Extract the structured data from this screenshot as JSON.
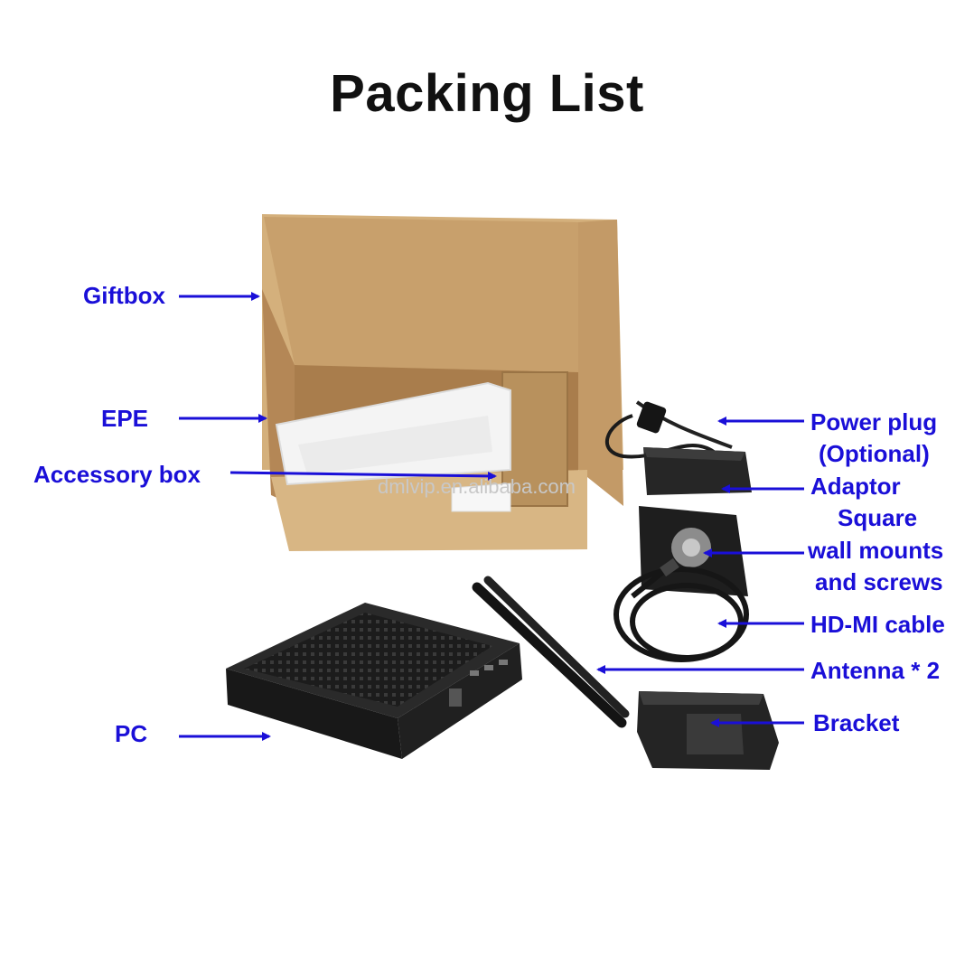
{
  "title": "Packing List",
  "watermark": "dmlvip.en.alibaba.com",
  "label_color": "#1a0fd8",
  "labels": {
    "giftbox": "Giftbox",
    "epe": "EPE",
    "accessory_box": "Accessory box",
    "pc": "PC",
    "power_plug_line1": "Power plug",
    "power_plug_line2": "(Optional)",
    "adaptor": "Adaptor",
    "wall_mounts_line1": "Square",
    "wall_mounts_line2": "wall mounts",
    "wall_mounts_line3": "and screws",
    "hdmi_cable": "HD-MI cable",
    "antenna": "Antenna * 2",
    "bracket": "Bracket"
  },
  "icons": [
    "arrow-icon"
  ]
}
